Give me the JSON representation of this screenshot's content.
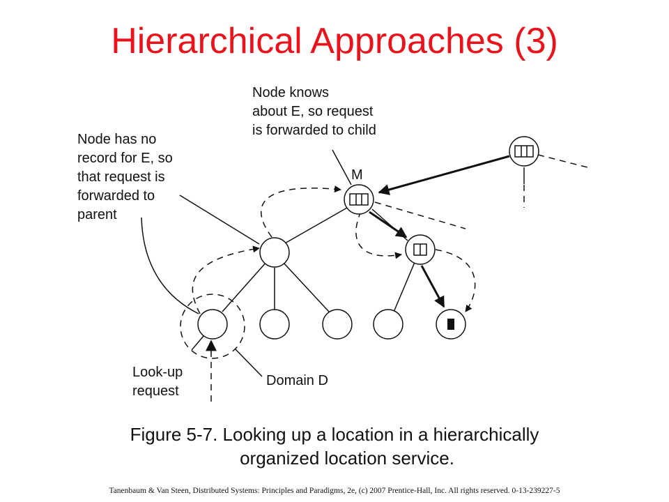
{
  "slide": {
    "title": "Hierarchical Approaches (3)"
  },
  "figure": {
    "annotations": {
      "node_knows": [
        "Node knows",
        "about E, so request",
        "is forwarded to child"
      ],
      "no_record": [
        "Node has no",
        "record for E, so",
        "that request is",
        "forwarded to",
        "parent"
      ],
      "node_m": "M",
      "lookup": [
        "Look-up",
        "request"
      ],
      "domain": "Domain D"
    }
  },
  "caption": {
    "line1": "Figure 5-7. Looking up a location in a hierarchically",
    "line2": "organized location service."
  },
  "footer": {
    "text": "Tanenbaum & Van Steen, Distributed Systems: Principles and Paradigms, 2e, (c) 2007 Prentice-Hall, Inc. All rights reserved. 0-13-239227-5"
  }
}
